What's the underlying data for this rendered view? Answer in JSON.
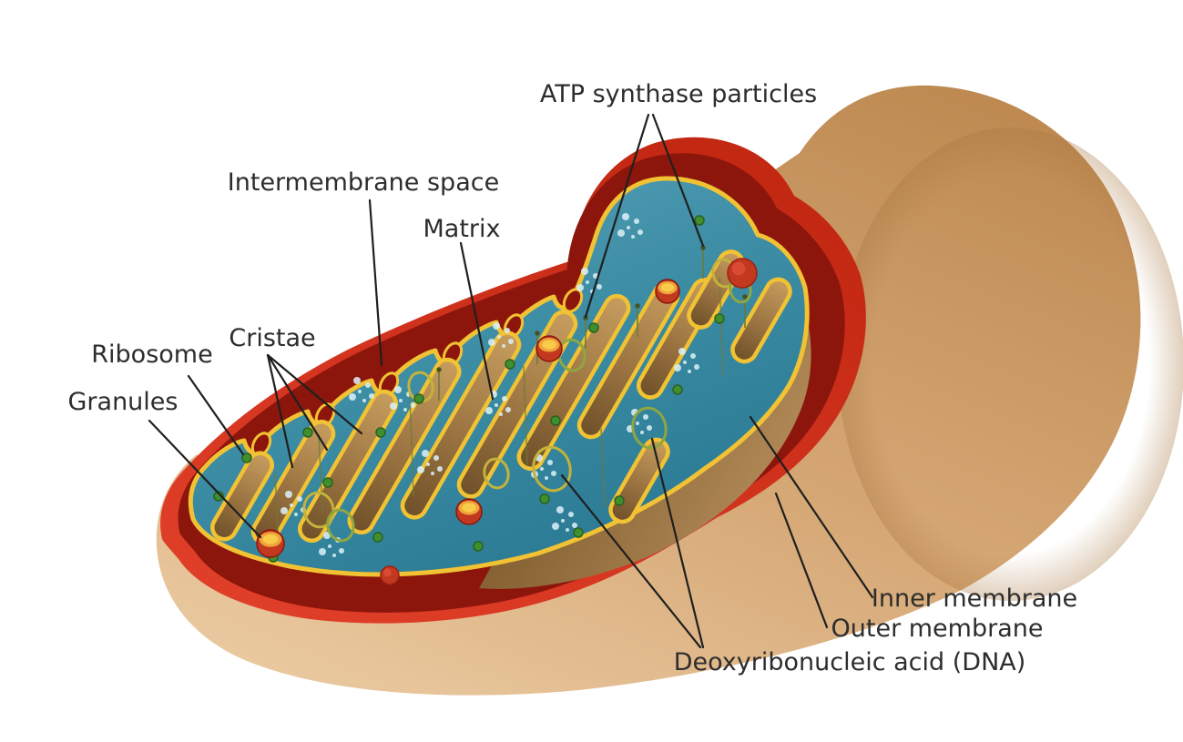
{
  "figure": {
    "labels": {
      "atp_synthase": "ATP synthase particles",
      "intermembrane_space": "Intermembrane space",
      "matrix": "Matrix",
      "cristae": "Cristae",
      "ribosome": "Ribosome",
      "granules": "Granules",
      "inner_membrane": "Inner membrane",
      "outer_membrane": "Outer membrane",
      "dna": "Deoxyribonucleic acid (DNA)"
    },
    "colors": {
      "background": "#FFFFFF",
      "outer_body_light": "#EAC9A0",
      "outer_body": "#D6A876",
      "outer_body_dark": "#BE8A52",
      "outer_membrane_red": "#D5301D",
      "membrane_dark_red": "#8C160C",
      "interior_brown": "#8A6536",
      "interior_brown_light": "#B28A58",
      "matrix_blue": "#3E8EA6",
      "matrix_blue_light": "#5FA8BC",
      "crista_yellow": "#F1C233",
      "crista_brown": "#9A7341",
      "ribosome_green": "#3F8F2F",
      "granule_red": "#C3391F",
      "granule_cap_yellow": "#F0A53B",
      "granule_cap_inner": "#F8CC49",
      "dna_ring_yellow": "#C3B23B",
      "dna_ring_green": "#90A640",
      "speckle_blue": "#D8EEF5",
      "filament_olive": "#6B7A3A",
      "label_text": "#2D2D2D",
      "leader_line": "#1F1F1F"
    }
  }
}
